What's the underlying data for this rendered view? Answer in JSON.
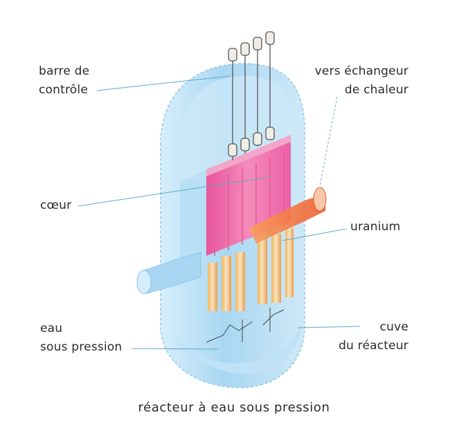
{
  "labels": {
    "control_rod": [
      "barre de",
      "contrôle"
    ],
    "heat_exchanger": [
      "vers échangeur",
      "de chaleur"
    ],
    "core": "cœur",
    "uranium": "uranium",
    "pressurized_water": [
      "eau",
      "sous pression"
    ],
    "vessel": [
      "cuve",
      "du réacteur"
    ]
  },
  "caption": "réacteur à eau sous pression",
  "colors": {
    "vessel": "#a8d6f2",
    "vessel_light": "#d8eefa",
    "core": "#f07ab0",
    "uranium": "#f5a24a",
    "hot_pipe": "#f06a3a",
    "leader": "#5aa8c8"
  }
}
